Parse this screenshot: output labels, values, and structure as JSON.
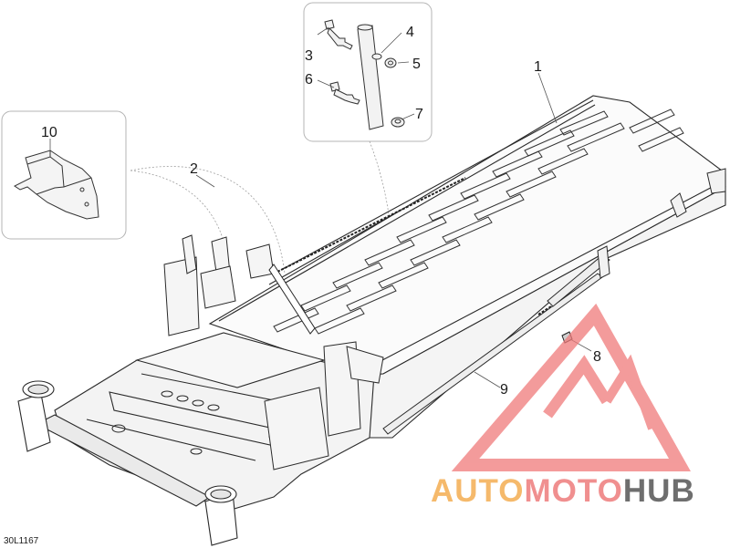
{
  "diagram": {
    "callouts": {
      "c1": "1",
      "c2": "2",
      "c3": "3",
      "c4": "4",
      "c5": "5",
      "c6": "6",
      "c7": "7",
      "c8": "8",
      "c9": "9",
      "c10": "10"
    },
    "reference_code": "30L1167"
  },
  "watermark": {
    "part1": "AUTO",
    "part2": "MOTO",
    "part3": "HUB",
    "colors": {
      "auto": "#f5b96b",
      "moto": "#f08f8f",
      "hub": "#6e6e6e",
      "triangle": "#f07a7a"
    }
  }
}
